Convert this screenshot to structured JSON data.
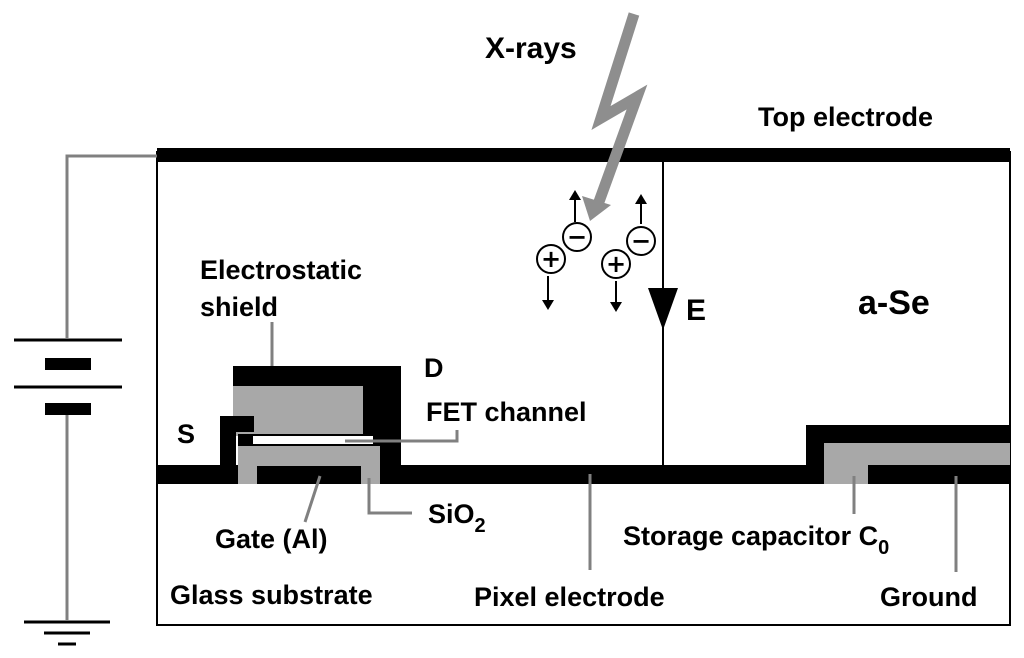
{
  "diagram": {
    "labels": {
      "xrays": "X-rays",
      "top_electrode": "Top electrode",
      "electrostatic_shield_line1": "Electrostatic",
      "electrostatic_shield_line2": "shield",
      "drain": "D",
      "source": "S",
      "fet_channel": "FET channel",
      "field": "E",
      "material": "a-Se",
      "gate": "Gate  (Al)",
      "sio2": "SiO",
      "sio2_sub": "2",
      "storage_capacitor": "Storage capacitor C",
      "storage_capacitor_sub": "0",
      "glass_substrate": "Glass substrate",
      "pixel_electrode": "Pixel electrode",
      "ground": "Ground"
    },
    "charges": {
      "positive": "+",
      "negative": "−"
    },
    "colors": {
      "electrode": "#000000",
      "dielectric": "#a8a8a8",
      "xray": "#8e8e8e",
      "wire": "#808080"
    }
  }
}
